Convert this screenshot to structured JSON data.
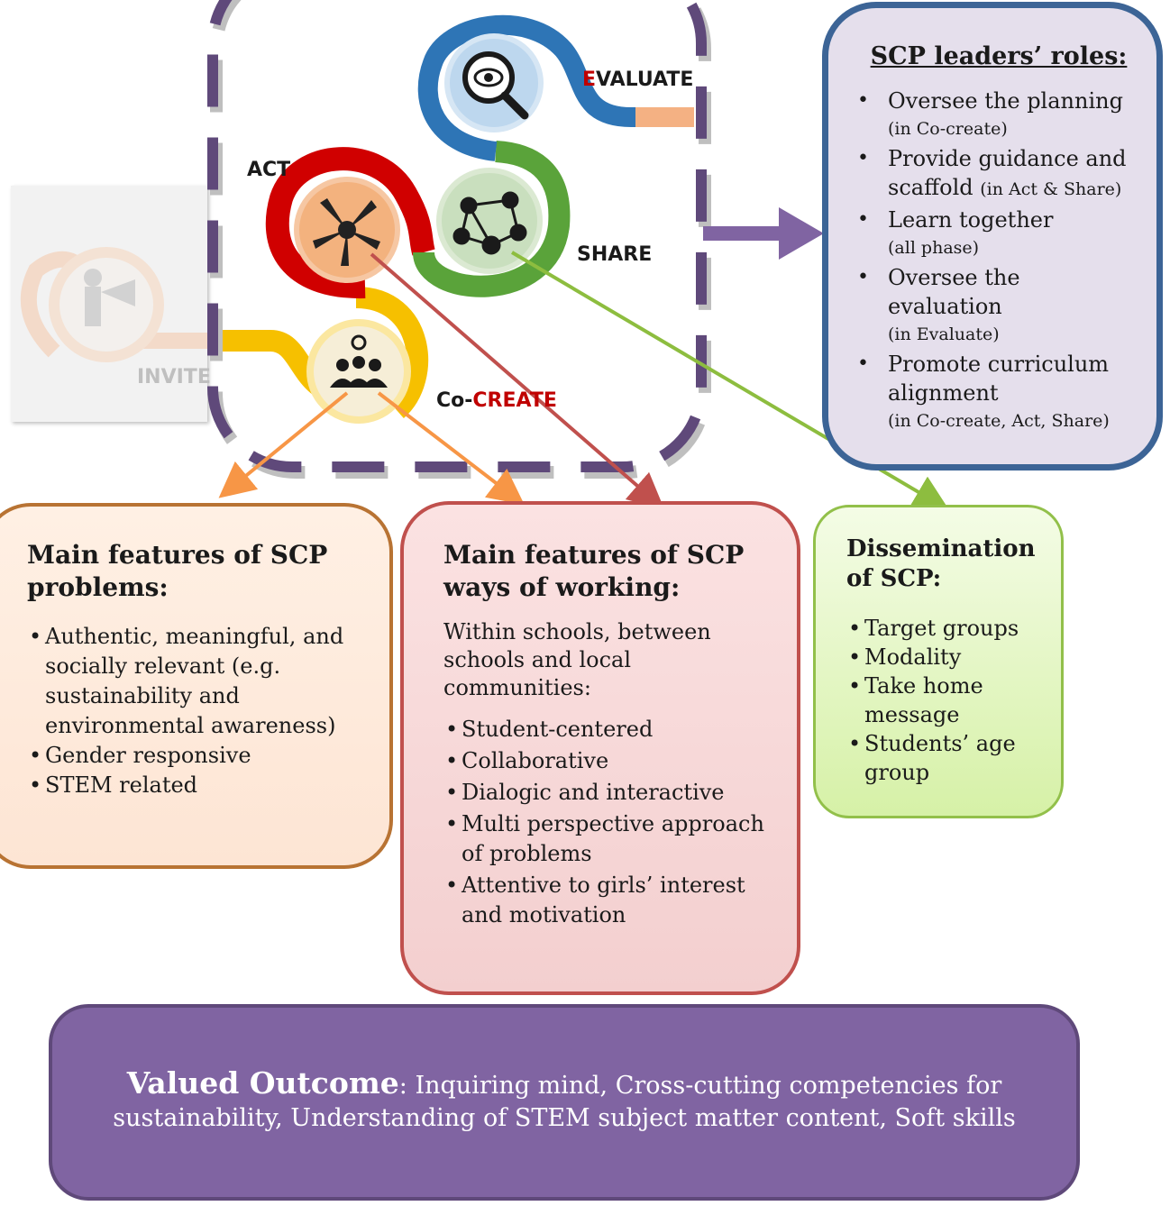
{
  "wheel": {
    "invite": "INVITE",
    "act": "ACT",
    "evaluate_initial": "E",
    "evaluate_rest": "VALUATE",
    "share": "SHARE",
    "cocreate_co": "Co-",
    "cocreate_create": "CREATE"
  },
  "leaders": {
    "title": "SCP leaders’ roles:",
    "items": [
      {
        "main": "Oversee the planning",
        "sub": "(in Co-create)"
      },
      {
        "main": "Provide guidance and",
        "tail": "scaffold",
        "sub": "(in Act & Share)"
      },
      {
        "main": "Learn together",
        "sub": "(all phase)"
      },
      {
        "main": "Oversee the evaluation",
        "sub": "(in Evaluate)"
      },
      {
        "main": "Promote curriculum alignment",
        "sub": "(in Co-create, Act, Share)"
      }
    ]
  },
  "problems": {
    "title": "Main features of SCP problems:",
    "items": [
      "Authentic, meaningful, and socially relevant (e.g. sustainability and environmental awareness)",
      "Gender responsive",
      "STEM related"
    ]
  },
  "ways": {
    "title": "Main features of SCP ways of working:",
    "intro": "Within schools, between schools and local communities:",
    "items": [
      "Student-centered",
      "Collaborative",
      "Dialogic and interactive",
      "Multi perspective approach of problems",
      "Attentive to girls’ interest and motivation"
    ]
  },
  "dissemination": {
    "title": "Dissemination of SCP:",
    "items": [
      "Target groups",
      "Modality",
      "Take home message",
      "Students’ age group"
    ]
  },
  "outcome": {
    "label": "Valued Outcome",
    "text": ": Inquiring mind, Cross-cutting competencies for sustainability, Understanding of STEM subject matter content, Soft skills"
  },
  "colors": {
    "frame": "#5f497a",
    "evaluate": "#2e75b6",
    "share": "#5aa33a",
    "act": "#c00000",
    "cocreate": "#f0b800",
    "invite": "#f4b183",
    "arrow_orange": "#f79646",
    "arrow_red": "#c0504d",
    "arrow_green": "#8dbd3f",
    "arrow_purple": "#8064a2"
  }
}
